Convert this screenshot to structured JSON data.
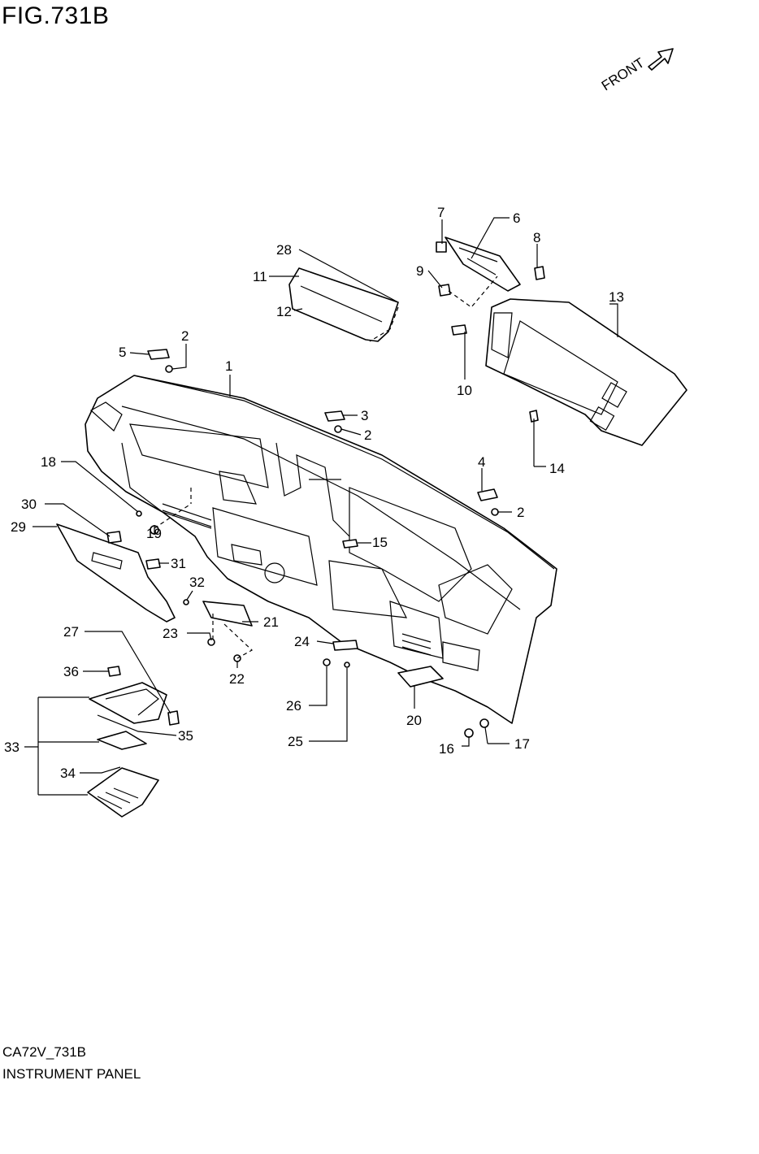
{
  "title": "FIG.731B",
  "front_label": "FRONT",
  "footer": {
    "code": "CA72V_731B",
    "name": "INSTRUMENT PANEL"
  },
  "callouts": [
    "1",
    "2",
    "3",
    "4",
    "5",
    "6",
    "7",
    "8",
    "9",
    "10",
    "11",
    "12",
    "13",
    "14",
    "15",
    "16",
    "17",
    "18",
    "19",
    "20",
    "21",
    "22",
    "23",
    "24",
    "25",
    "26",
    "27",
    "28",
    "29",
    "30",
    "31",
    "32",
    "33",
    "34",
    "35",
    "36"
  ],
  "callouts_extra": [
    "2",
    "2",
    "2"
  ]
}
